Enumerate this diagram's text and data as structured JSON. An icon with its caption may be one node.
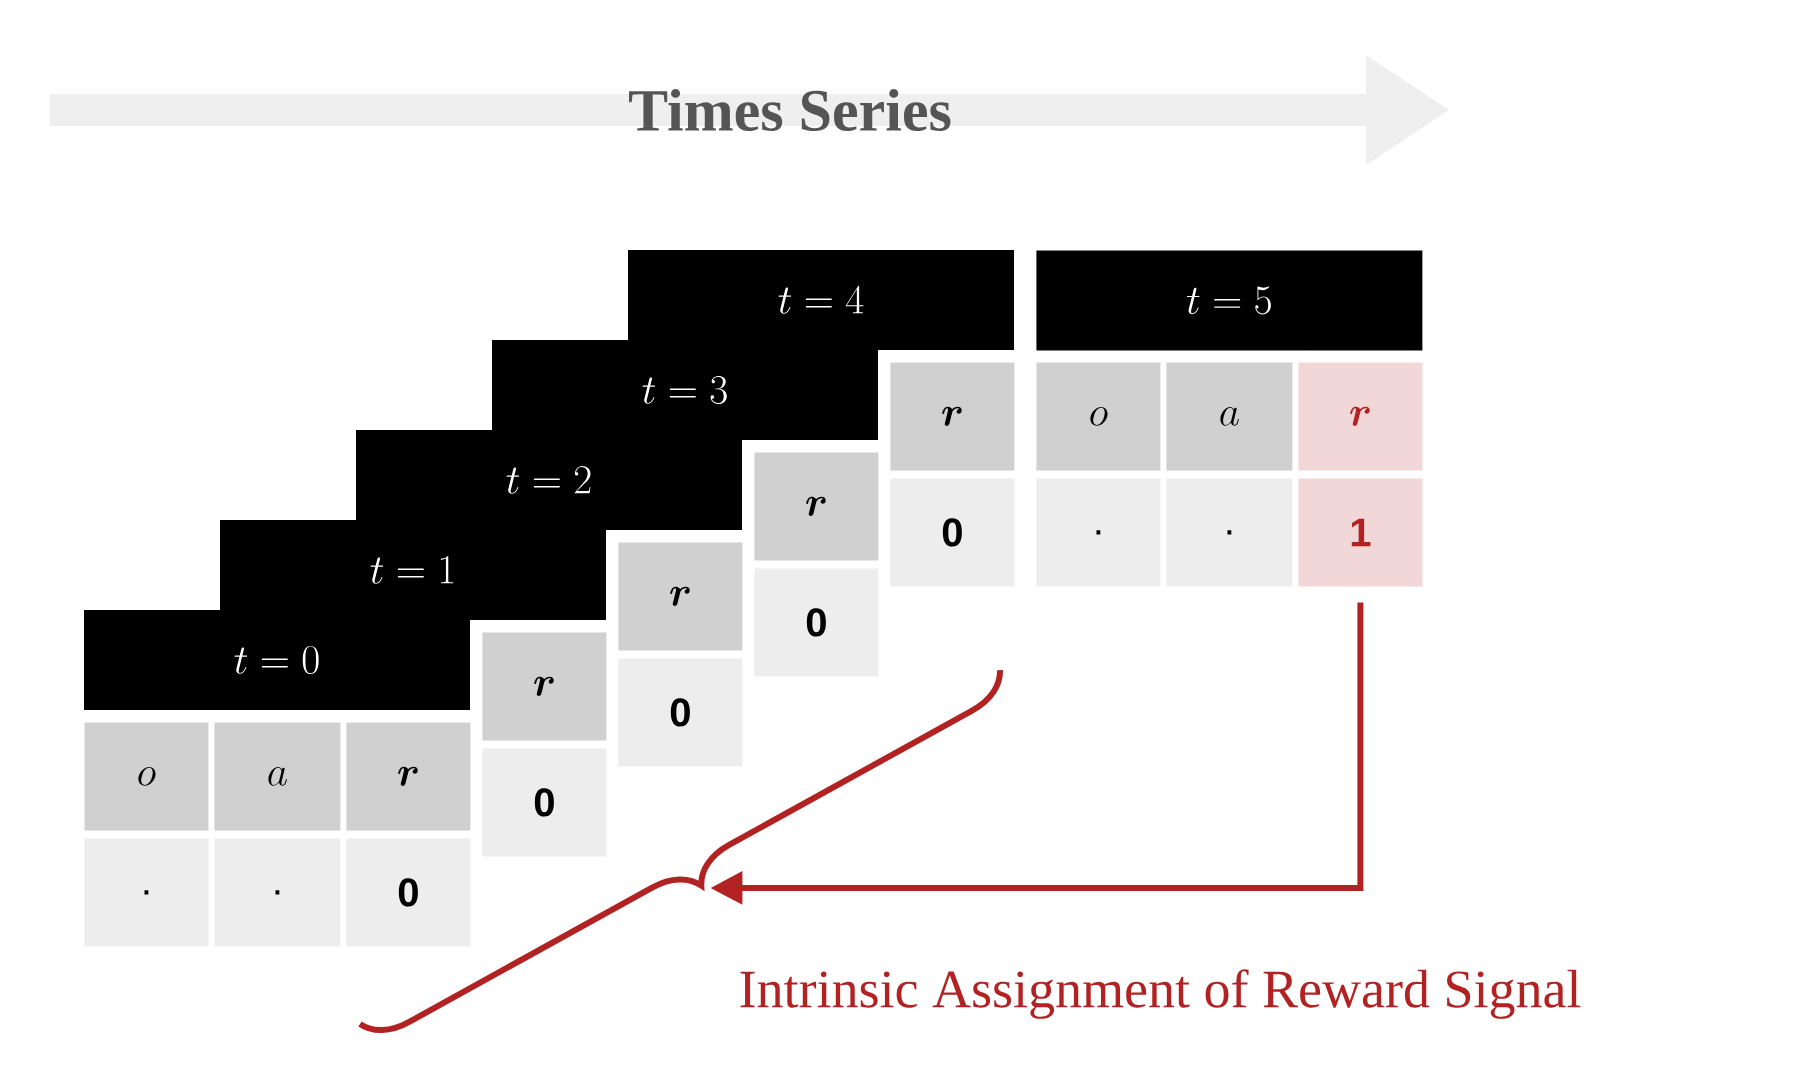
{
  "diagram": {
    "title": "Times Series",
    "nodes": [
      {
        "text": [
          "t = 0"
        ]
      },
      {
        "text": [
          "t = 1"
        ]
      },
      {
        "text": [
          "t = 2"
        ]
      },
      {
        "text": [
          "t = 3"
        ]
      },
      {
        "text": [
          "t = 4"
        ]
      },
      {
        "text": [
          "t = 5",
          "o",
          "a",
          "r",
          ".",
          ".",
          "1"
        ]
      },
      {
        "text": [],
        "shape": "brace"
      }
    ],
    "edges": [
      {
        "from": 5,
        "to": 6,
        "arrow": "to",
        "color": "#b22222"
      }
    ],
    "labels": [
      "o",
      "a",
      "r",
      ".",
      ".",
      "0",
      "r",
      "0",
      "r",
      "0",
      "r",
      "0",
      "r",
      "0",
      "Intrinsic Assignment of Reward Signal"
    ]
  }
}
